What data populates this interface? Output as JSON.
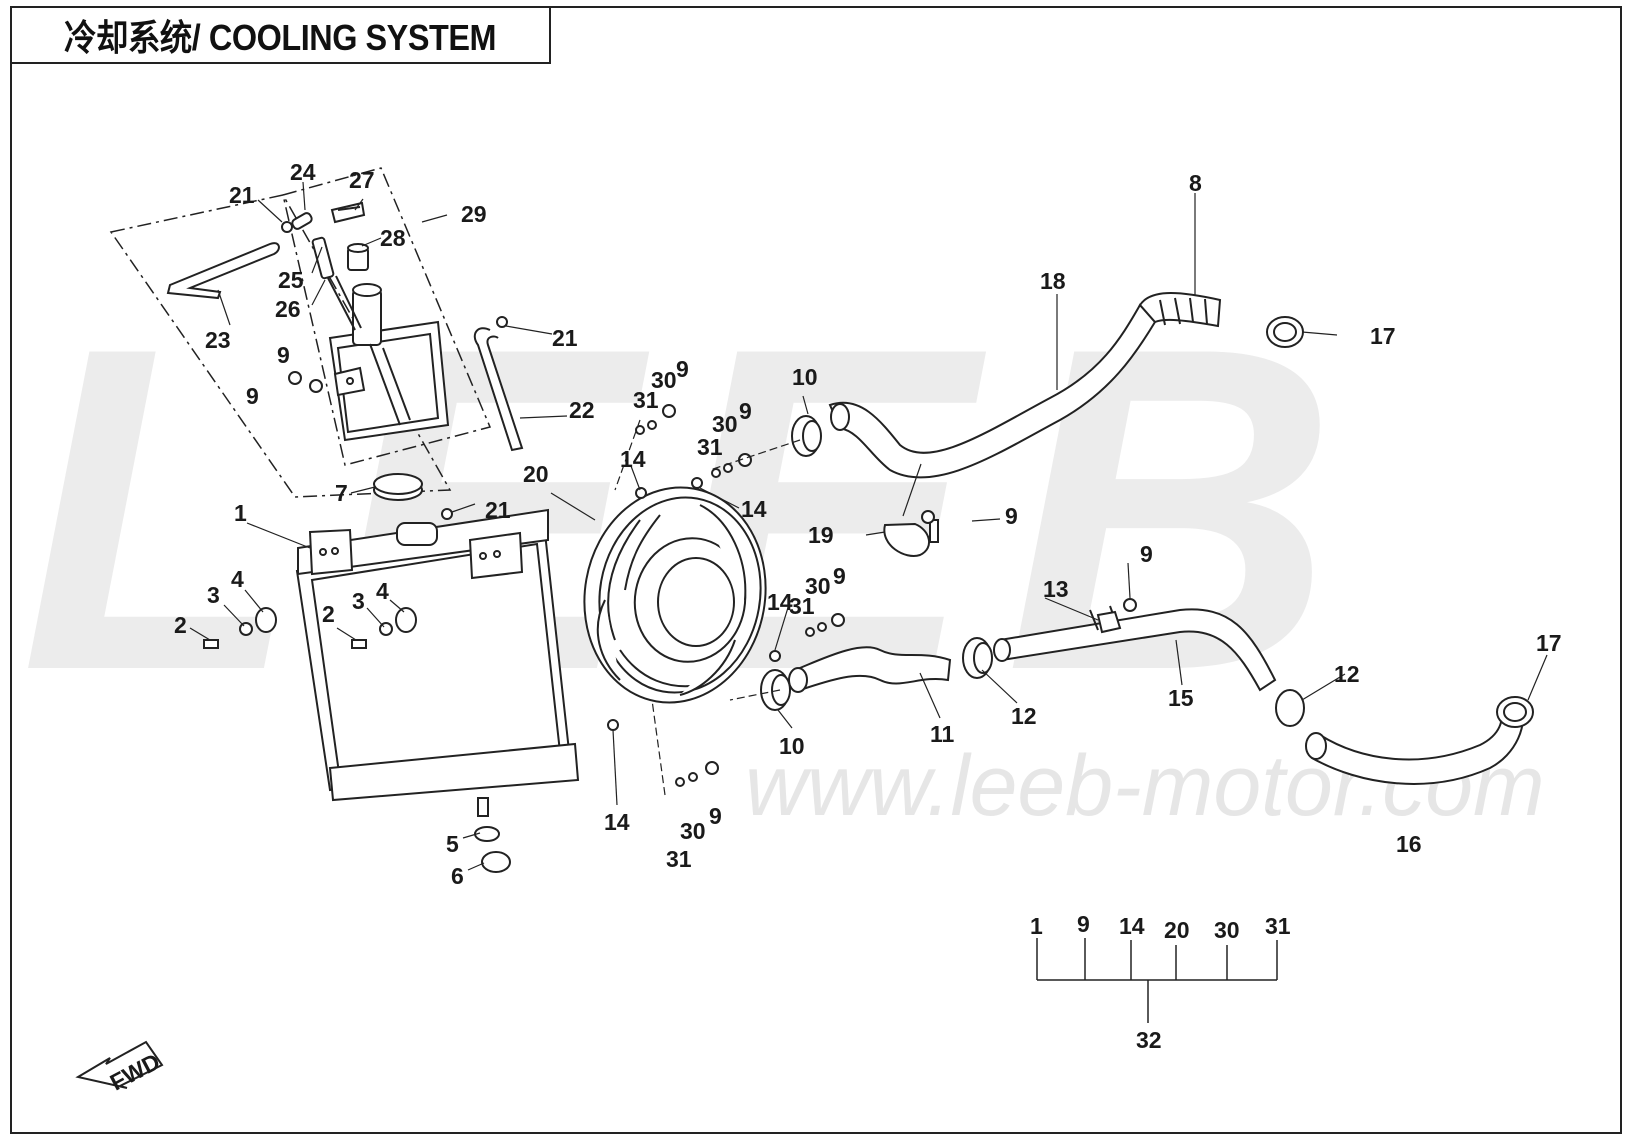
{
  "header": {
    "title": "冷却系统/ COOLING SYSTEM"
  },
  "watermark": {
    "brand": "LEEB",
    "url": "www.leeb-motor.com"
  },
  "fwd_arrow": {
    "label": "FWD"
  },
  "callouts": {
    "c1": "1",
    "c2a": "2",
    "c2b": "2",
    "c3a": "3",
    "c3b": "3",
    "c4a": "4",
    "c4b": "4",
    "c5": "5",
    "c6": "6",
    "c7": "7",
    "c8": "8",
    "c9a": "9",
    "c9b": "9",
    "c9c": "9",
    "c9d": "9",
    "c9e": "9",
    "c9f": "9",
    "c9g": "9",
    "c9h": "9",
    "c9i": "9",
    "c10a": "10",
    "c10b": "10",
    "c11": "11",
    "c12a": "12",
    "c12b": "12",
    "c13": "13",
    "c14a": "14",
    "c14b": "14",
    "c14c": "14",
    "c14d": "14",
    "c15": "15",
    "c16": "16",
    "c17a": "17",
    "c17b": "17",
    "c18": "18",
    "c19": "19",
    "c20": "20",
    "c21a": "21",
    "c21b": "21",
    "c21c": "21",
    "c22": "22",
    "c23": "23",
    "c24": "24",
    "c25": "25",
    "c26": "26",
    "c27": "27",
    "c28": "28",
    "c29": "29",
    "c30a": "30",
    "c30b": "30",
    "c30c": "30",
    "c30d": "30",
    "c31a": "31",
    "c31b": "31",
    "c31c": "31",
    "c31d": "31"
  },
  "kit_group": {
    "items": [
      "1",
      "9",
      "14",
      "20",
      "30",
      "31"
    ],
    "total": "32"
  }
}
